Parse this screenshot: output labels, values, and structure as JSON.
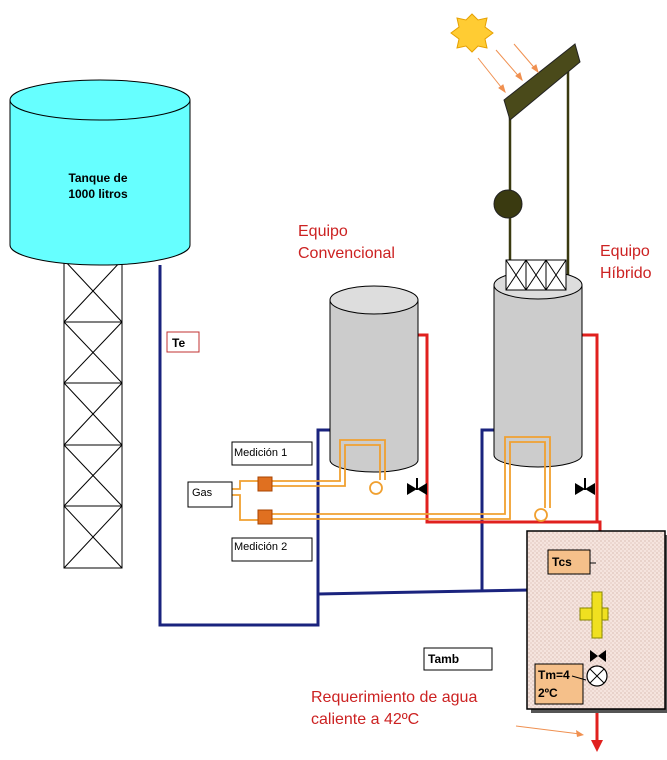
{
  "tank": {
    "label_line1": "Tanque de",
    "label_line2": "1000 litros"
  },
  "sensors": {
    "te": "Te",
    "tcs": "Tcs",
    "tamb": "Tamb",
    "tm_line1": "Tm=4",
    "tm_line2": "2ºC"
  },
  "equipment": {
    "conventional_line1": "Equipo",
    "conventional_line2": "Convencional",
    "hybrid_line1": "Equipo",
    "hybrid_line2": "Híbrido"
  },
  "measurements": {
    "m1": "Medición 1",
    "m2": "Medición 2",
    "gas": "Gas"
  },
  "requirement": {
    "line1": "Requerimiento de agua",
    "line2": "caliente a 42ºC"
  },
  "colors": {
    "water_tank": "#66ffff",
    "cold_pipe": "#1a237e",
    "hot_pipe": "#e0201e",
    "gas_line": "#f0a030",
    "heater_body": "#cccccc",
    "solar_panel": "#4a4a1a",
    "sun": "#ffcc33",
    "mixing_box": "#f2dad2",
    "sensor_fill": "#f5c08a",
    "label_red": "#cc2222"
  }
}
